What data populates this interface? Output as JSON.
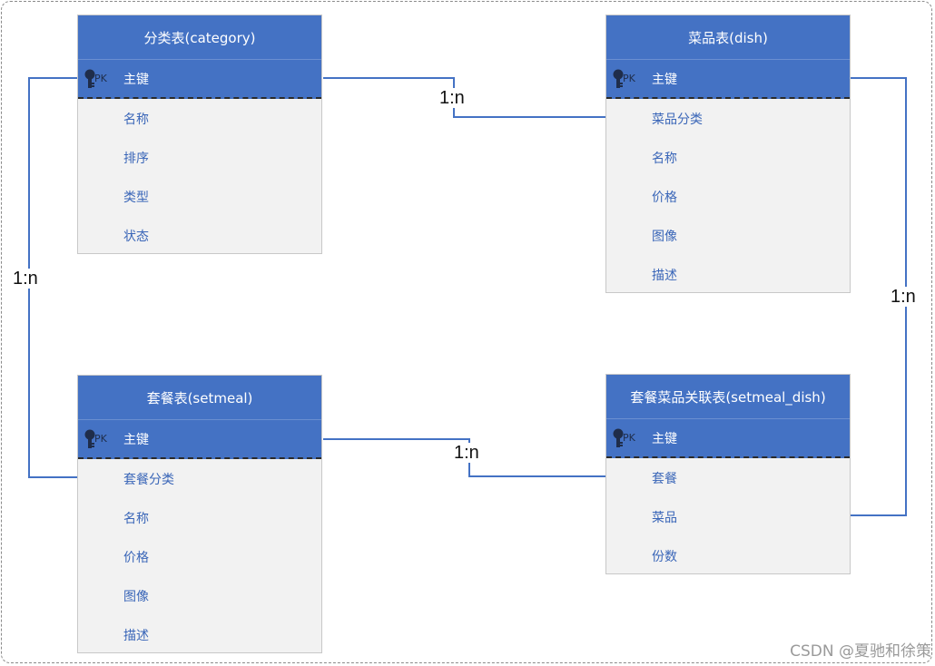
{
  "tables": {
    "category": {
      "title": "分类表(category)",
      "pk_tag": "PK",
      "pk_field": "主键",
      "fields": [
        "名称",
        "排序",
        "类型",
        "状态"
      ]
    },
    "dish": {
      "title": "菜品表(dish)",
      "pk_tag": "PK",
      "pk_field": "主键",
      "fields": [
        "菜品分类",
        "名称",
        "价格",
        "图像",
        "描述"
      ]
    },
    "setmeal": {
      "title": "套餐表(setmeal)",
      "pk_tag": "PK",
      "pk_field": "主键",
      "fields": [
        "套餐分类",
        "名称",
        "价格",
        "图像",
        "描述"
      ]
    },
    "setmeal_dish": {
      "title": "套餐菜品关联表(setmeal_dish)",
      "pk_tag": "PK",
      "pk_field": "主键",
      "fields": [
        "套餐",
        "菜品",
        "份数"
      ]
    }
  },
  "relations": {
    "category_dish": "1:n",
    "category_setmeal": "1:n",
    "dish_setmeal_dish": "1:n",
    "setmeal_setmeal_dish": "1:n"
  },
  "colors": {
    "header": "#4472c4",
    "body": "#f2f2f2",
    "field_text": "#3a66b8",
    "line": "#4472c4"
  },
  "icons": {
    "primary_key": "key-icon"
  },
  "watermark": "CSDN @夏驰和徐策"
}
